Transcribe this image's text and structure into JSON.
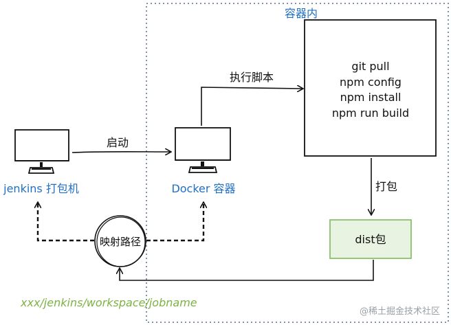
{
  "container": {
    "label": "容器内"
  },
  "jenkins": {
    "label": "jenkins 打包机"
  },
  "docker": {
    "label": "Docker 容器"
  },
  "edges": {
    "start": "启动",
    "exec_script": "执行脚本",
    "package": "打包",
    "mount": "映射路径"
  },
  "script_box": {
    "lines": [
      "git pull",
      "npm config",
      "npm install",
      "npm run build"
    ]
  },
  "dist": {
    "label": "dist包"
  },
  "path": {
    "text": "xxx/jenkins/workspace/jobname"
  },
  "watermark": {
    "text": "@稀土掘金技术社区"
  },
  "colors": {
    "container_border": "#7f8fa6",
    "blue_text": "#1f6fc4",
    "dist_fill": "#e8f3e1",
    "dist_border": "#8bc06a",
    "path_text": "#7cb342"
  }
}
